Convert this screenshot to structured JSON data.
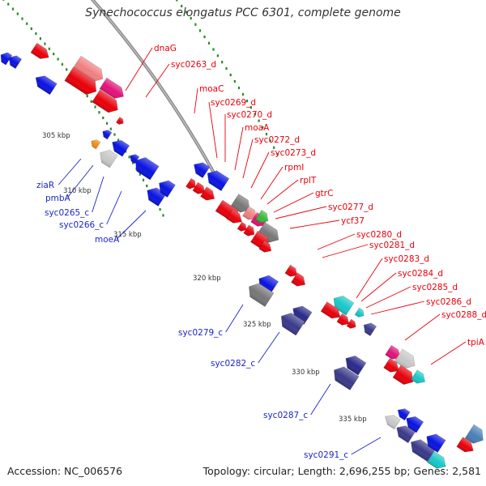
{
  "title": "Synechococcus elongatus PCC 6301, complete genome",
  "footer": {
    "accession": "Accession: NC_006576",
    "summary": "Topology: circular; Length: 2,696,255 bp; Genes: 2,581"
  },
  "colors": {
    "forward_strand": "#e8000a",
    "reverse_strand": "#0a14e0",
    "label_forward": "#e8000a",
    "label_reverse": "#1b24c8",
    "backbone": "#8a8a8a",
    "tick": "#2a8a2a"
  },
  "ticks": [
    "305 kbp",
    "310 kbp",
    "315 kbp",
    "320 kbp",
    "325 kbp",
    "330 kbp",
    "335 kbp"
  ],
  "labels_forward": [
    "dnaG",
    "syc0263_d",
    "moaC",
    "syc0269_d",
    "syc0270_d",
    "moaA",
    "syc0272_d",
    "syc0273_d",
    "rpmI",
    "rplT",
    "gtrC",
    "syc0277_d",
    "ycf37",
    "syc0280_d",
    "syc0281_d",
    "syc0283_d",
    "syc0284_d",
    "syc0285_d",
    "syc0286_d",
    "syc0288_d",
    "tpiA"
  ],
  "labels_reverse": [
    "ziaR",
    "pmbA",
    "syc0265_c",
    "syc0266_c",
    "moeA",
    "syc0279_c",
    "syc0282_c",
    "syc0287_c",
    "syc0291_c"
  ]
}
